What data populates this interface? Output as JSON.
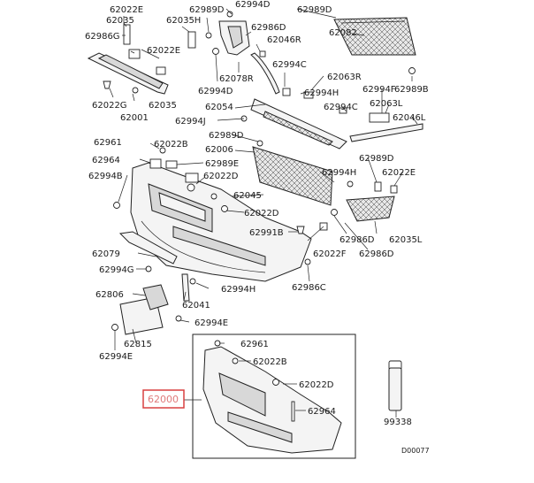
{
  "labels": {
    "l62022E_top": "62022E",
    "l62035_top": "62035",
    "l62986G": "62986G",
    "l62022E_mid": "62022E",
    "l62035_lower": "62035",
    "l62022G": "62022G",
    "l62001": "62001",
    "l62989D_top": "62989D",
    "l62035H": "62035H",
    "l62994D_top": "62994D",
    "l62986D": "62986D",
    "l62046R": "62046R",
    "l62078R": "62078R",
    "l62994D_mid": "62994D",
    "l62989D_right": "62989D",
    "l62082": "62082",
    "l62994C_a": "62994C",
    "l62063R": "62063R",
    "l62994F": "62994F",
    "l62989B": "62989B",
    "l62994H_a": "62994H",
    "l62994C_b": "62994C",
    "l62063L": "62063L",
    "l62054": "62054",
    "l62046L": "62046L",
    "l62994J": "62994J",
    "l62989D_mid": "62989D",
    "l62961_top": "62961",
    "l62022B_top": "62022B",
    "l62006": "62006",
    "l62964_top": "62964",
    "l62989E": "62989E",
    "l62994H_b": "62994H",
    "l62989D_r2": "62989D",
    "l62022E_r": "62022E",
    "l62994B": "62994B",
    "l62022D_a": "62022D",
    "l62045": "62045",
    "l62022D_b": "62022D",
    "l62991B": "62991B",
    "l62986D_b": "62986D",
    "l62035L": "62035L",
    "l62079": "62079",
    "l62022F": "62022F",
    "l62986D_c": "62986D",
    "l62994G": "62994G",
    "l62986C": "62986C",
    "l62994H_c": "62994H",
    "l62806": "62806",
    "l62041": "62041",
    "l62994E_a": "62994E",
    "l62815": "62815",
    "l62994E_b": "62994E",
    "l62961_inset": "62961",
    "l62022B_inset": "62022B",
    "l62022D_inset": "62022D",
    "l62964_inset": "62964",
    "l62000": "62000",
    "l99338": "99338",
    "l_code": "D00077"
  },
  "colors": {
    "highlight_box": "#d94040",
    "highlight_text": "#e07a7a",
    "line": "#222222",
    "background": "#ffffff"
  }
}
